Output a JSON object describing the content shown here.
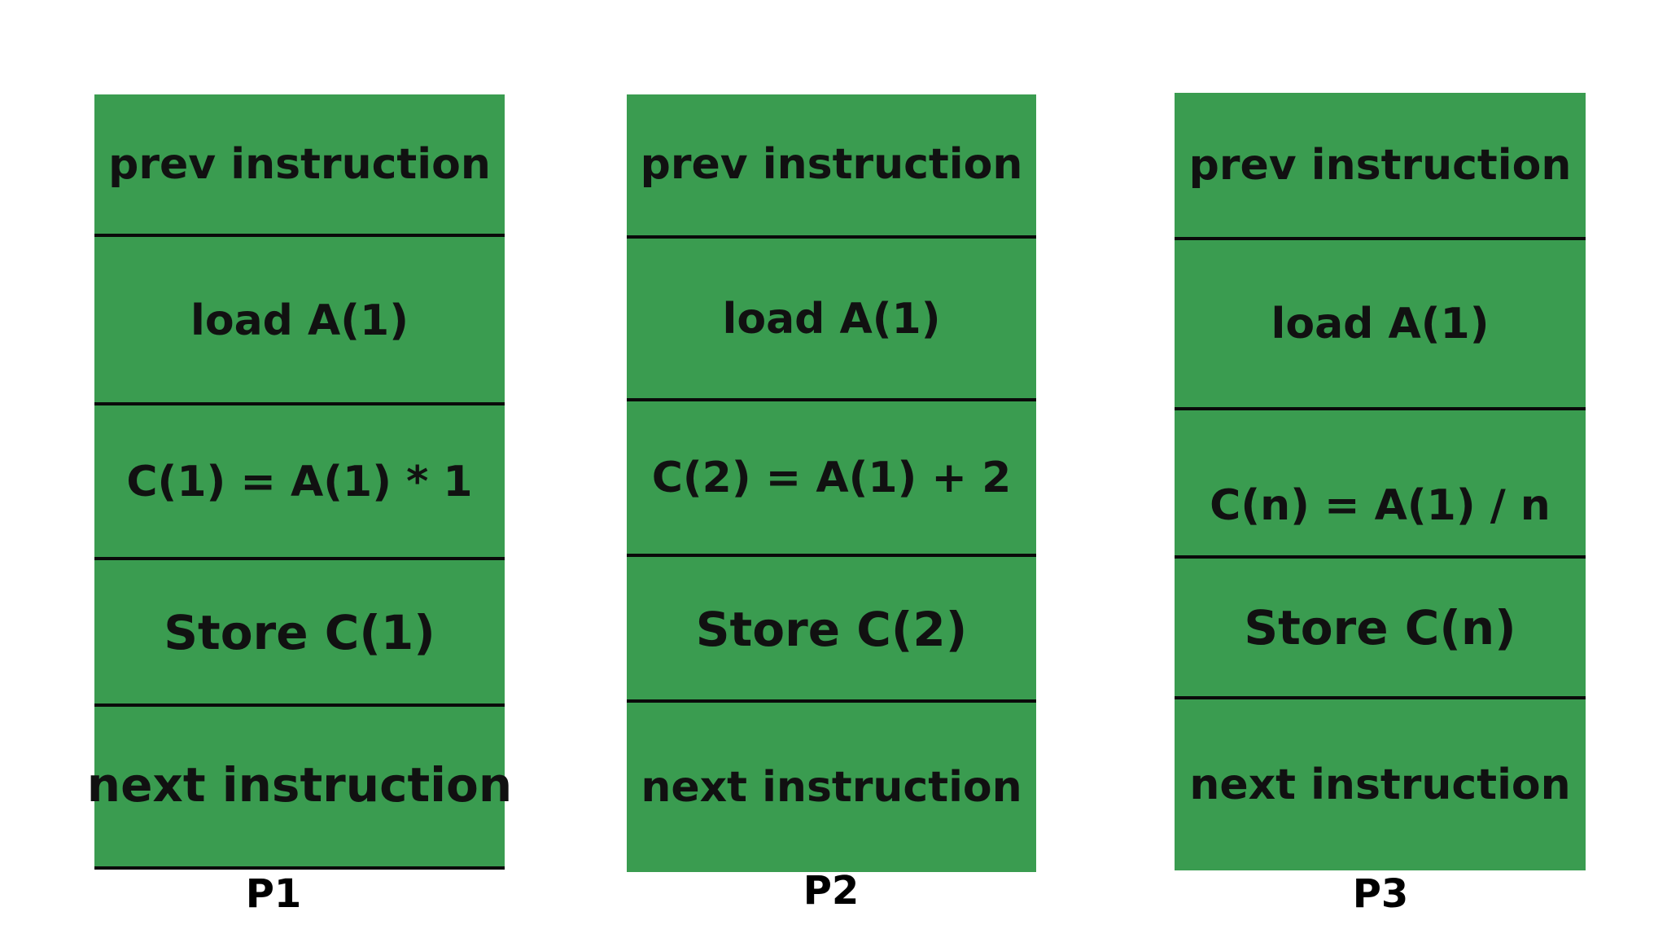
{
  "processors": [
    {
      "label": "P1",
      "instructions": [
        "prev instruction",
        "load A(1)",
        "C(1) = A(1) * 1",
        "Store C(1)",
        "next instruction"
      ]
    },
    {
      "label": "P2",
      "instructions": [
        "prev instruction",
        "load A(1)",
        "C(2) = A(1) + 2",
        "Store  C(2)",
        "next instruction"
      ]
    },
    {
      "label": "P3",
      "instructions": [
        "prev instruction",
        "load A(1)",
        "C(n) = A(1) / n",
        "Store  C(n)",
        "next instruction"
      ]
    }
  ],
  "colors": {
    "block_fill": "#3a9c50",
    "divider": "#0a0a0a",
    "text": "#111111"
  }
}
